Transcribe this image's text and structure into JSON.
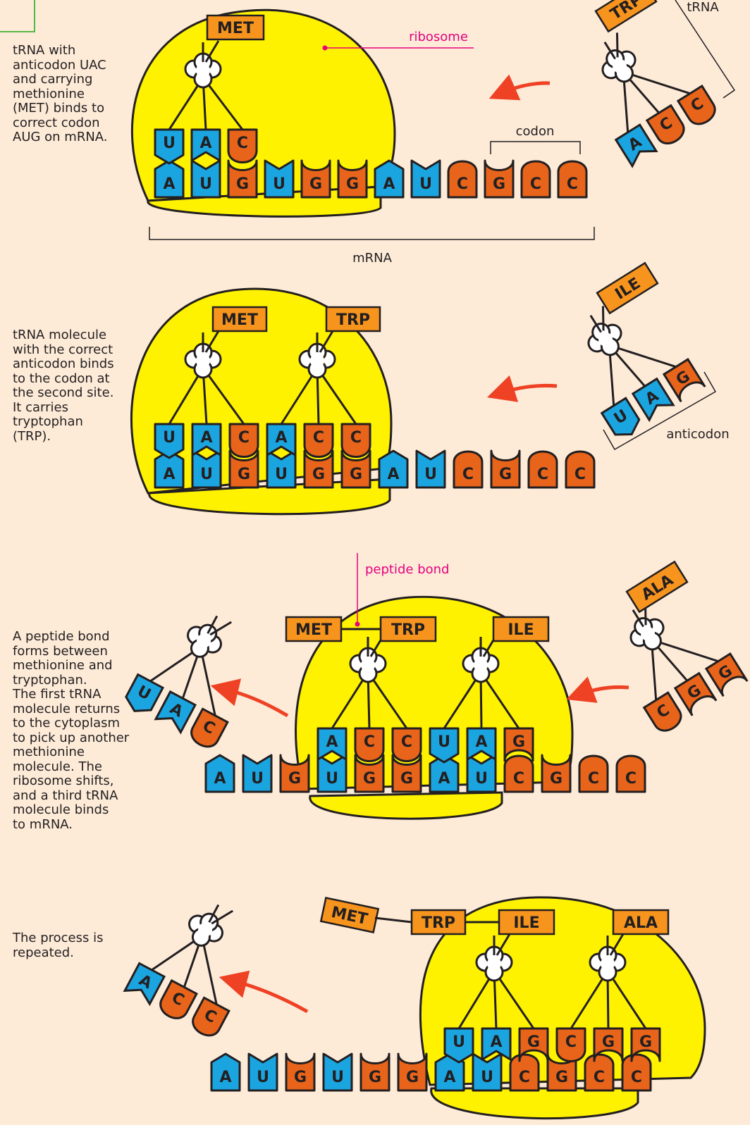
{
  "colors": {
    "background": "#fdebd8",
    "ribosome": "#fff200",
    "base_blue": "#1ba5e0",
    "base_orange": "#e8641b",
    "amino_tag": "#f7941d",
    "arrow": "#ef4123",
    "label_magenta": "#e6007e",
    "outline": "#231f20",
    "tRNA_fill": "#ffffff"
  },
  "descriptions": {
    "step1": "tRNA with\nanticodon UAC\nand carrying\nmethionine\n(MET) binds to\ncorrect codon\nAUG on mRNA.",
    "step2": "tRNA molecule\nwith the correct\nanticodon binds\nto the codon at\nthe second site.\nIt carries\ntryptophan\n(TRP).",
    "step3": "A peptide bond\nforms between\nmethionine and\ntryptophan.\nThe first tRNA\nmolecule returns\nto the cytoplasm\nto pick up another\nmethionine\nmolecule. The\nribosome shifts,\nand a third tRNA\nmolecule binds\nto mRNA.",
    "step4": "The process is\nrepeated."
  },
  "labels": {
    "ribosome": "ribosome",
    "codon": "codon",
    "mRNA": "mRNA",
    "tRNA": "tRNA",
    "anticodon": "anticodon",
    "peptide_bond": "peptide bond"
  },
  "mRNA_sequence": [
    "A",
    "U",
    "G",
    "U",
    "G",
    "G",
    "A",
    "U",
    "C",
    "G",
    "C",
    "C"
  ],
  "amino_acids": {
    "met": "MET",
    "trp": "TRP",
    "ile": "ILE",
    "ala": "ALA"
  },
  "panels": {
    "p1": {
      "bound_anticodon": [
        "U",
        "A",
        "C"
      ],
      "incoming_anticodon": [
        "A",
        "C",
        "C"
      ],
      "incoming_amino": "TRP"
    },
    "p2": {
      "bound_anticodons": [
        "U",
        "A",
        "C",
        "A",
        "C",
        "C"
      ],
      "incoming_anticodon": [
        "U",
        "A",
        "G"
      ],
      "incoming_amino": "ILE"
    },
    "p3": {
      "leaving_anticodon": [
        "U",
        "A",
        "C"
      ],
      "bound_anticodons": [
        "A",
        "C",
        "C",
        "U",
        "A",
        "G"
      ],
      "incoming_anticodon": [
        "C",
        "G",
        "G"
      ],
      "incoming_amino": "ALA"
    },
    "p4": {
      "leaving_anticodon": [
        "A",
        "C",
        "C"
      ],
      "bound_anticodons": [
        "U",
        "A",
        "G",
        "C",
        "G",
        "G"
      ]
    }
  }
}
